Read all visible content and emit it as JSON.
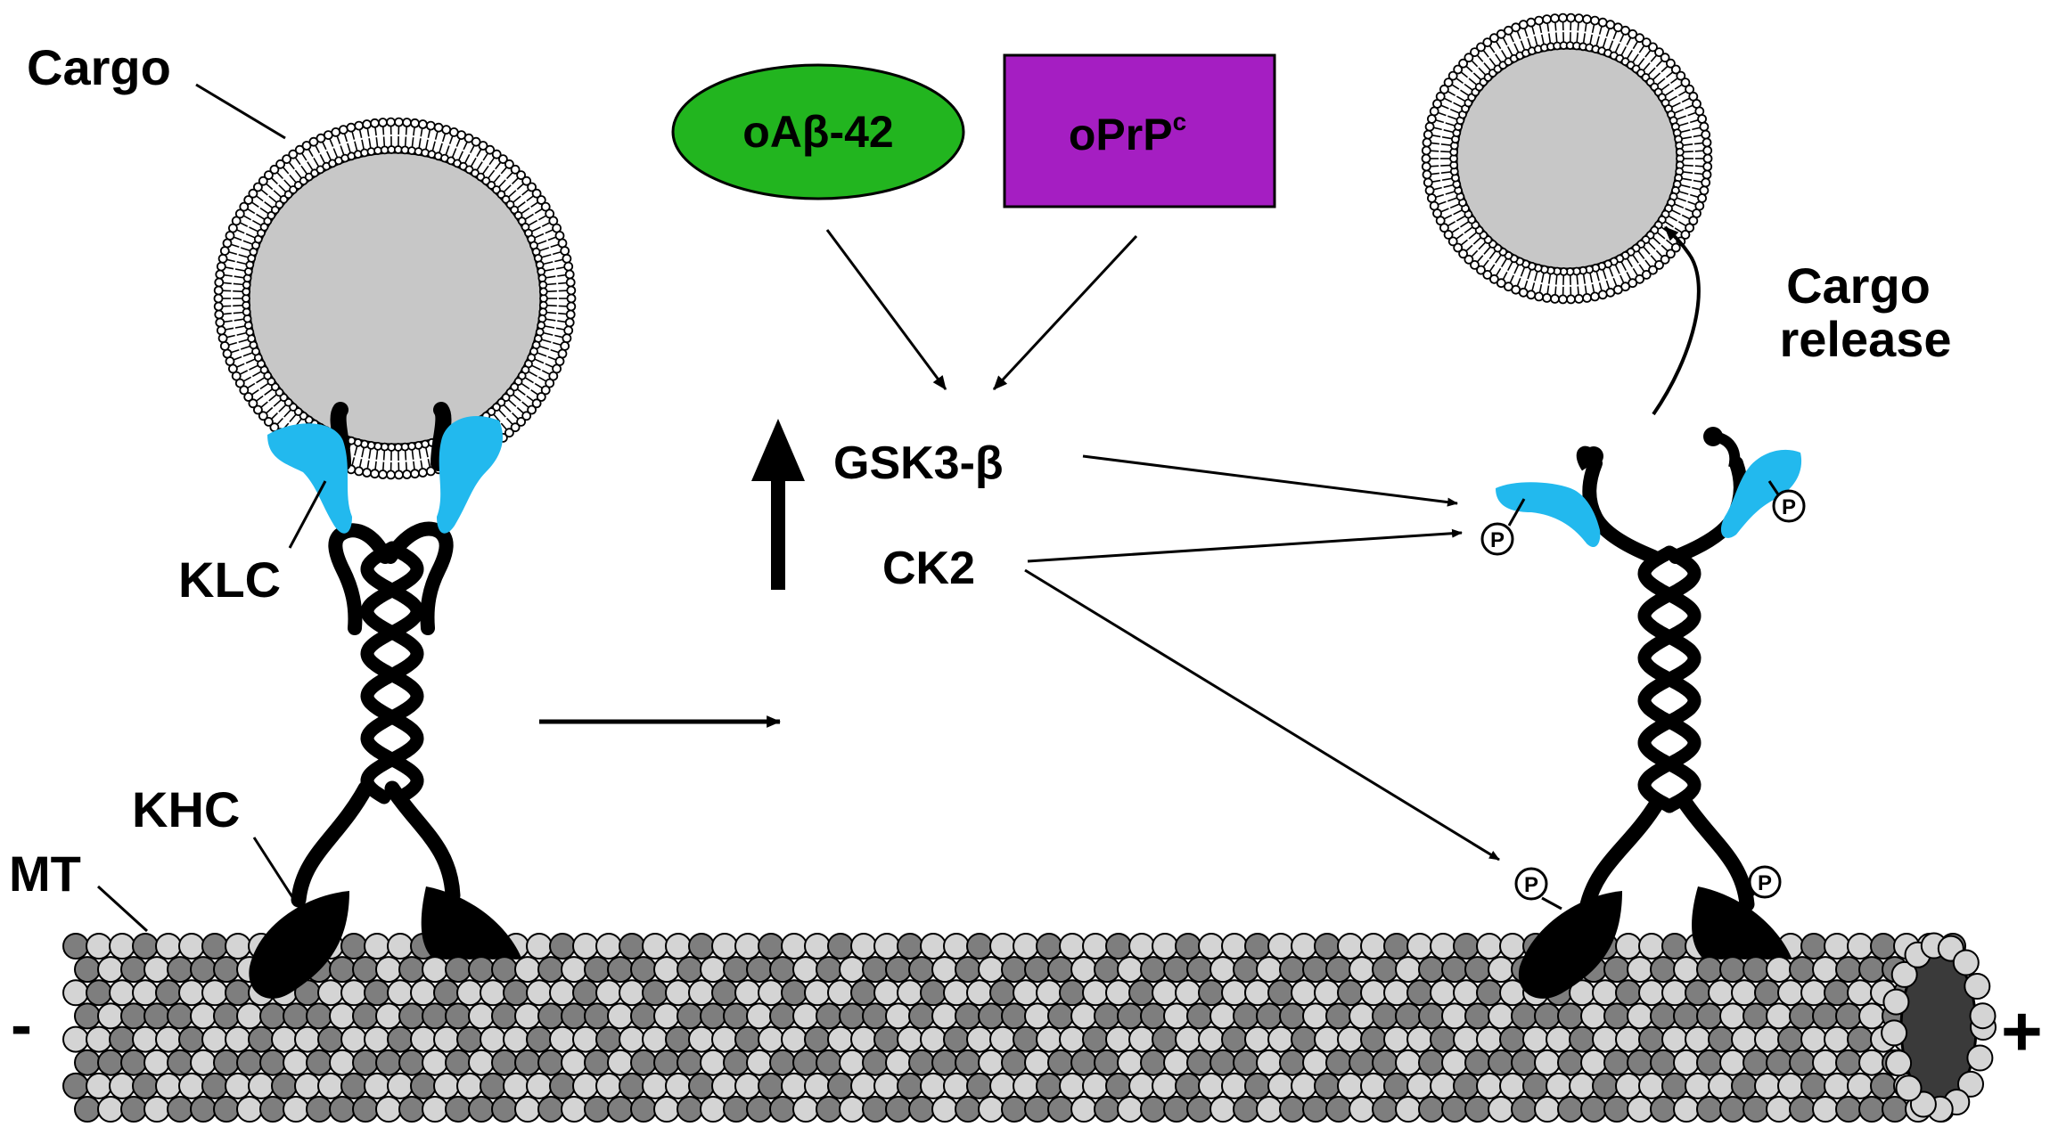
{
  "labels": {
    "cargo": "Cargo",
    "klc": "KLC",
    "khc": "KHC",
    "mt": "MT",
    "minus_end": "-",
    "plus_end": "+",
    "oabeta": "oAβ-42",
    "oprp_base": "oPrP",
    "oprp_sup": "c",
    "gsk3b": "GSK3-β",
    "ck2": "CK2",
    "cargo_release_line1": "Cargo",
    "cargo_release_line2": "release",
    "phospho": "P"
  },
  "colors": {
    "oabeta_fill": "#22b51f",
    "oprp_fill": "#a51ec2",
    "klc_fill": "#22b9ee",
    "vesicle_fill": "#c7c7c7",
    "motor": "#000000",
    "mt_light": "#d4d4d4",
    "mt_dark": "#7e7e7e"
  }
}
